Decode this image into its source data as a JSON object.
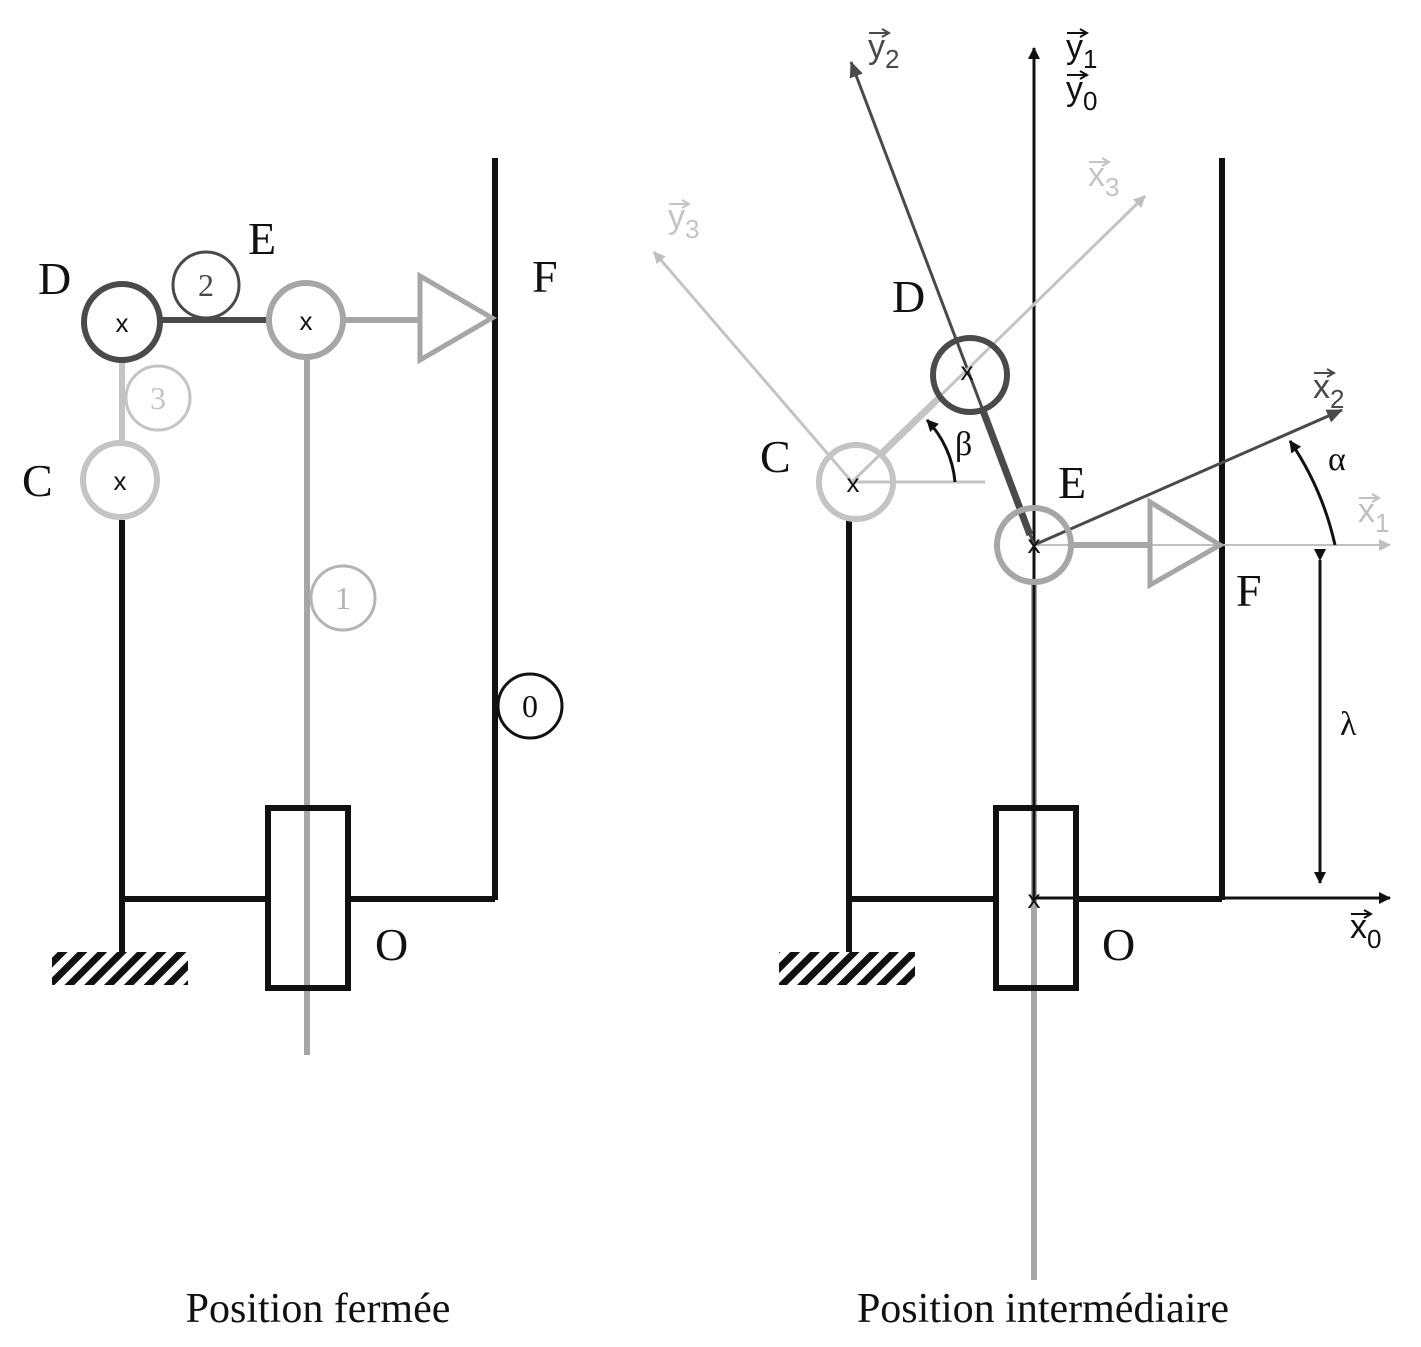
{
  "colors": {
    "black": "#111111",
    "dark_gray": "#4a4a4a",
    "mid_gray": "#a6a6a6",
    "light_gray": "#c4c4c4"
  },
  "closed": {
    "caption": "Position fermée",
    "points": {
      "D": "D",
      "E": "E",
      "F": "F",
      "C": "C",
      "O": "O"
    },
    "parts": {
      "p0": "0",
      "p1": "1",
      "p2": "2",
      "p3": "3"
    },
    "joint_mark": "x"
  },
  "intermediate": {
    "caption": "Position intermédiaire",
    "points": {
      "C": "C",
      "D": "D",
      "E": "E",
      "F": "F",
      "O": "O"
    },
    "joint_mark": "x",
    "axes": {
      "x0": {
        "vec": "x",
        "sub": "0"
      },
      "x1": {
        "vec": "x",
        "sub": "1"
      },
      "x2": {
        "vec": "x",
        "sub": "2"
      },
      "x3": {
        "vec": "x",
        "sub": "3"
      },
      "y0": {
        "vec": "y",
        "sub": "0"
      },
      "y1": {
        "vec": "y",
        "sub": "1"
      },
      "y2": {
        "vec": "y",
        "sub": "2"
      },
      "y3": {
        "vec": "y",
        "sub": "3"
      }
    },
    "angles": {
      "alpha": "α",
      "beta": "β"
    },
    "distance": {
      "lambda": "λ"
    }
  }
}
